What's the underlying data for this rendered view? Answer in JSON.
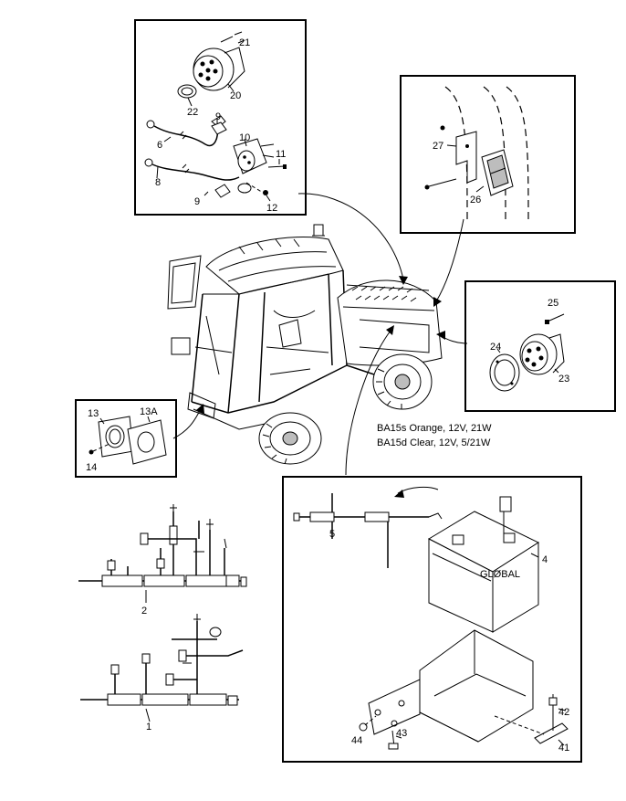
{
  "callouts": {
    "c1": "1",
    "c2": "2",
    "c4": "4",
    "c5": "5",
    "c6": "6",
    "c8": "8",
    "c9a": "9",
    "c9b": "9",
    "c10": "10",
    "c11": "11",
    "c12": "12",
    "c13": "13",
    "c13a": "13A",
    "c14": "14",
    "c20": "20",
    "c21": "21",
    "c22": "22",
    "c23": "23",
    "c24": "24",
    "c25": "25",
    "c26": "26",
    "c27": "27",
    "c41": "41",
    "c42": "42",
    "c43": "43",
    "c44": "44"
  },
  "bulb_specs": {
    "line1": "BA15s Orange, 12V, 21W",
    "line2": "BA15d Clear, 12V, 5/21W"
  },
  "battery_brand": "GLØBAL"
}
